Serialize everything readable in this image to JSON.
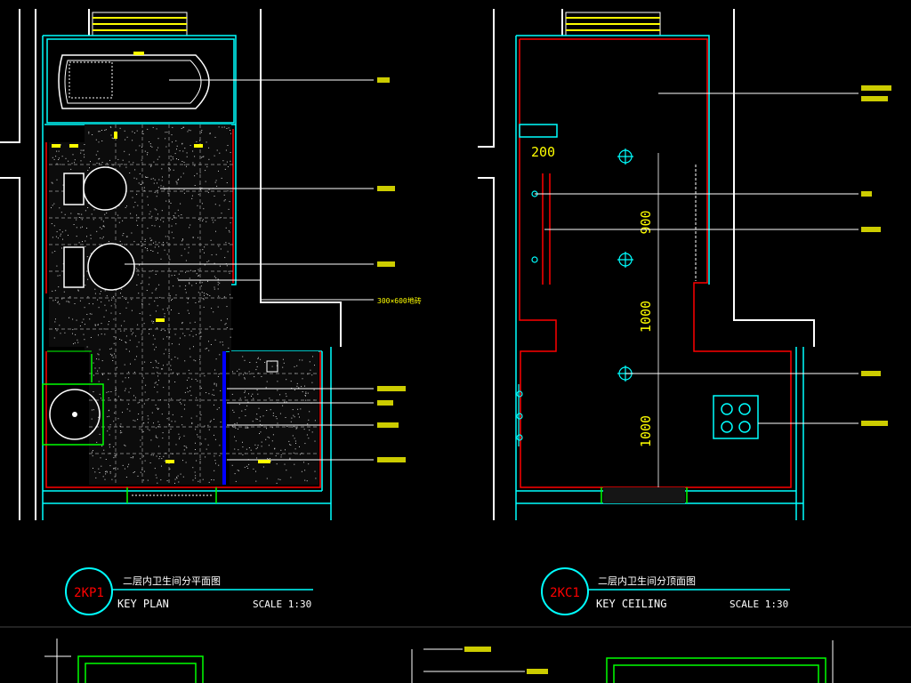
{
  "plan": {
    "dims": [
      "200",
      "900",
      "1000",
      "1000"
    ],
    "tiles": "300×600地砖",
    "code": "2KP1",
    "title_cn": "二层内卫生间分平面图",
    "title_en": "KEY PLAN",
    "scale": "SCALE 1:30"
  },
  "ceiling": {
    "code": "2KC1",
    "title_cn": "二层内卫生间分顶面图",
    "title_en": "KEY CEILING",
    "scale": "SCALE 1:30"
  },
  "colors": {
    "wall": "#ffffff",
    "red": "#ff0000",
    "cyan": "#00ffff",
    "yellow": "#ffff00",
    "green": "#00ff00",
    "blue": "#0000ff"
  }
}
